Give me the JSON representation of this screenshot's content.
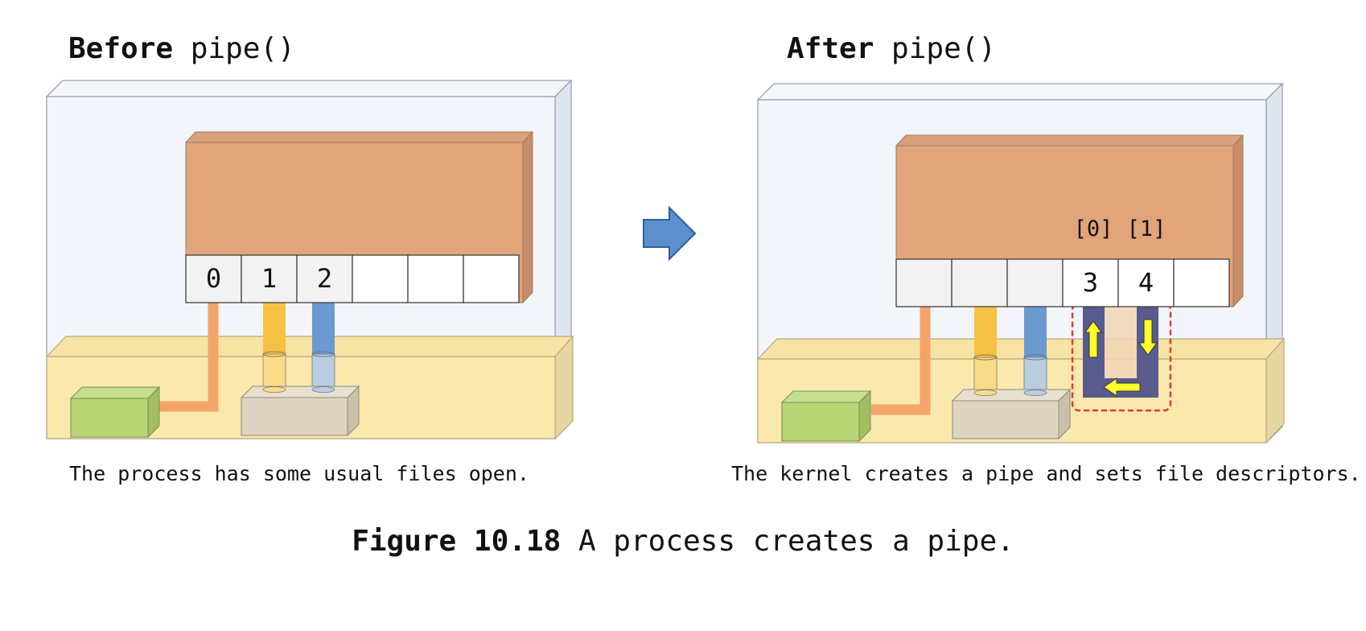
{
  "before": {
    "title_bold": "Before",
    "title_rest": " pipe()",
    "fd_cells": [
      "0",
      "1",
      "2",
      "",
      "",
      ""
    ],
    "caption": "The process has some usual files open."
  },
  "after": {
    "title_bold": "After",
    "title_rest": " pipe()",
    "fd_cells": [
      "",
      "",
      "",
      "3",
      "4",
      ""
    ],
    "pipe_end_labels": [
      "[0]",
      "[1]"
    ],
    "caption": "The kernel creates a pipe and sets file descriptors."
  },
  "figure": {
    "label": "Figure 10.18",
    "text": " A process creates a pipe."
  },
  "colors": {
    "box_back": "#f2f5fa",
    "box_side": "#dfe5ee",
    "kernel_front": "#fae8ad",
    "kernel_top": "#f7e3a4",
    "kernel_side": "#e6d6a0",
    "process_front": "#e2a47b",
    "process_top": "#d9a07c",
    "process_side": "#c78c6b",
    "fd_cell": "#f2f2f2",
    "wire_orange": "#f3a469",
    "wire_yellow": "#f6c243",
    "wire_blue": "#6b9ad1",
    "green_box": "#b7d675",
    "gray_box": "#ddd5c2",
    "pipe_body": "#595b8e",
    "pipe_inner": "#f0d5b5",
    "pipe_arrows": "#ffff2a",
    "pipe_outline": "#e8342e",
    "transition_arrow": "#5b8fce"
  }
}
